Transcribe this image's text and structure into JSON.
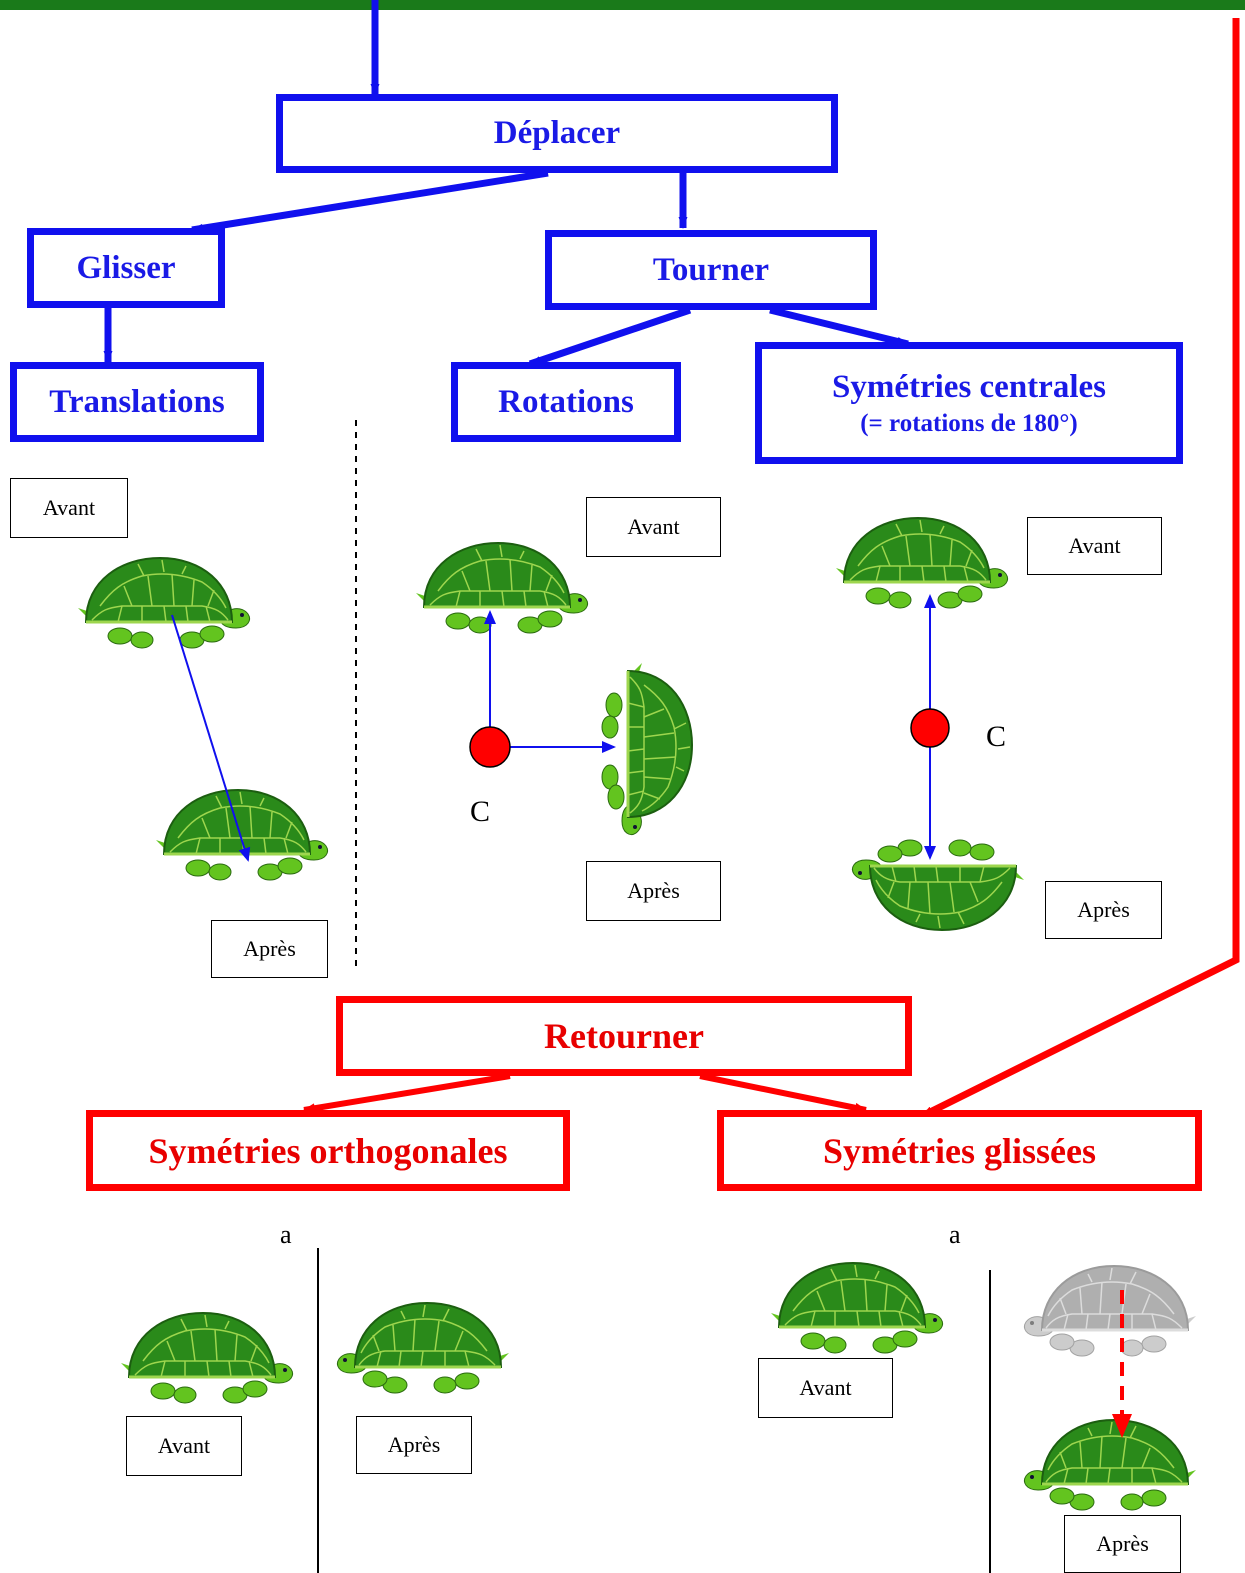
{
  "nodes": {
    "deplacer": "Déplacer",
    "glisser": "Glisser",
    "tourner": "Tourner",
    "translations": "Translations",
    "rotations": "Rotations",
    "symetries_centrales": "Symétries centrales",
    "symetries_centrales_note": "(= rotations de 180°)",
    "retourner": "Retourner",
    "symetries_orthogonales": "Symétries orthogonales",
    "symetries_glissees": "Symétries glissées"
  },
  "labels": {
    "avant": "Avant",
    "apres": "Après",
    "center": "C",
    "axis": "a"
  },
  "colors": {
    "blue": "#1010ee",
    "red": "#ff0000",
    "green_bar": "#1a7a1a",
    "shell": "#2a8a1a",
    "shell_dark": "#1c5e10",
    "skin": "#63c41f",
    "gray_shell": "#7a7a7a"
  },
  "icons": [
    "turtle-icon",
    "center-point-icon",
    "arrow-icon"
  ]
}
